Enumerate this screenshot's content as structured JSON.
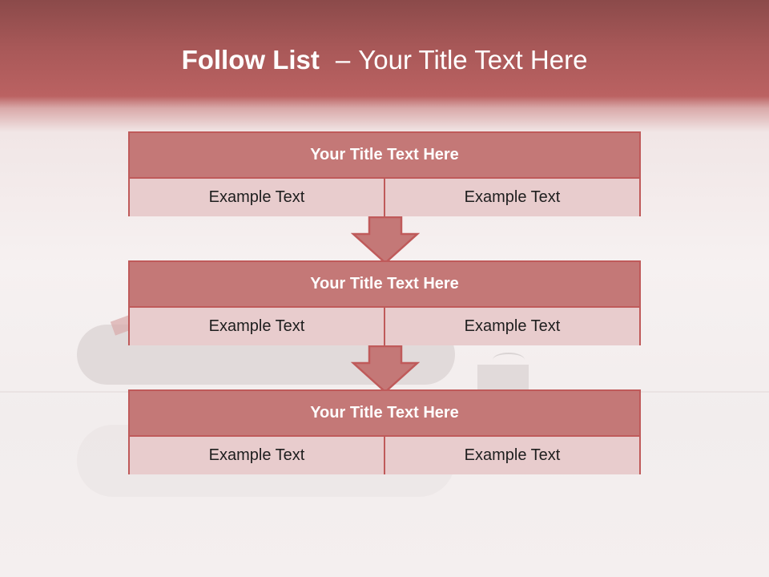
{
  "slide": {
    "title_bold": "Follow List",
    "title_separator": "–",
    "title_rest": "Your Title Text Here"
  },
  "steps": [
    {
      "title": "Your Title Text Here",
      "left": "Example Text",
      "right": "Example Text"
    },
    {
      "title": "Your Title Text Here",
      "left": "Example Text",
      "right": "Example Text"
    },
    {
      "title": "Your Title Text Here",
      "left": "Example Text",
      "right": "Example Text"
    }
  ],
  "colors": {
    "header_band": "#b45c5c",
    "box_title": "#c47877",
    "box_cell": "#e8cccd",
    "border": "#bf5a5a",
    "arrow_fill": "#c47877"
  }
}
